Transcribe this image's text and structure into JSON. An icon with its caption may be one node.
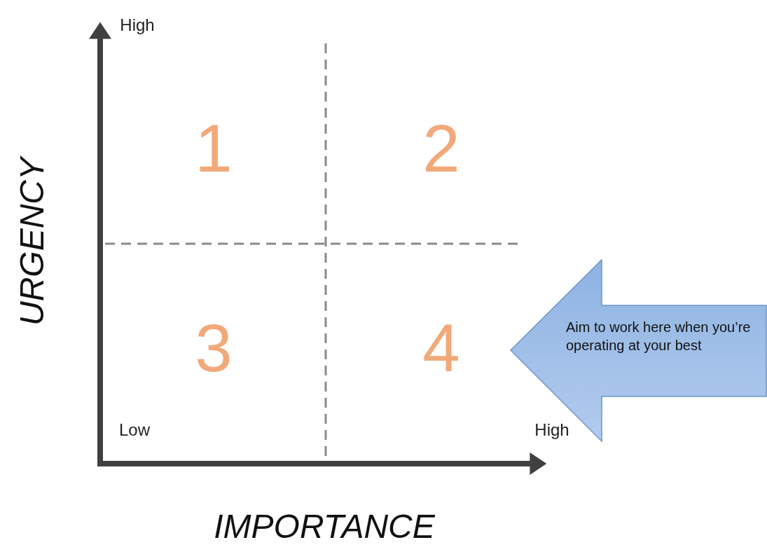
{
  "diagram": {
    "nodes": [
      {
        "text": [
          "Aim to work here when you’re operating at your best"
        ]
      }
    ],
    "labels": [
      "High",
      "1",
      "2",
      "URGENCY",
      "3",
      "4",
      "Low",
      "High",
      "IMPORTANCE"
    ]
  }
}
